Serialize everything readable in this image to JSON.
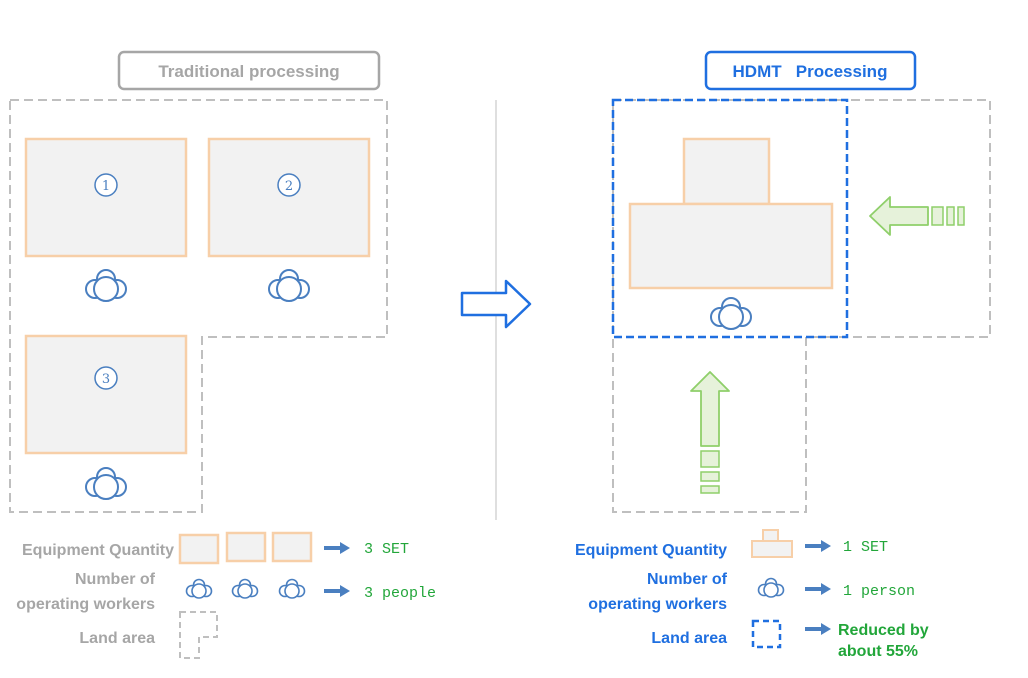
{
  "left": {
    "title": "Traditional processing",
    "machines": [
      {
        "number": "1"
      },
      {
        "number": "2"
      },
      {
        "number": "3"
      }
    ],
    "legend": {
      "equipment_label": "Equipment Quantity",
      "equipment_value": "3 SET",
      "workers_label_line1": "Number of",
      "workers_label_line2": "operating workers",
      "workers_value": "3 people",
      "land_label": "Land area"
    }
  },
  "right": {
    "title": "HDMT   Processing",
    "legend": {
      "equipment_label": "Equipment Quantity",
      "equipment_value": "1 SET",
      "workers_label_line1": "Number of",
      "workers_label_line2": "operating workers",
      "workers_value": "1 person",
      "land_label": "Land area",
      "land_value_line1": "Reduced by",
      "land_value_line2": "about 55%"
    }
  },
  "colors": {
    "machine_fill": "#f2f2f2",
    "machine_stroke": "#f7cfa8",
    "gray_dash": "#bfbfbf",
    "blue": "#1f6fe0",
    "worker_blue": "#4a7fc0",
    "green": "#22a63a",
    "green_arrow_fill": "#e6f2da",
    "green_arrow_stroke": "#8fcf6a"
  },
  "icons": [
    "worker-icon",
    "big-arrow-right-icon",
    "small-arrow-right-icon",
    "green-arrow-left-icon",
    "green-arrow-up-icon"
  ]
}
